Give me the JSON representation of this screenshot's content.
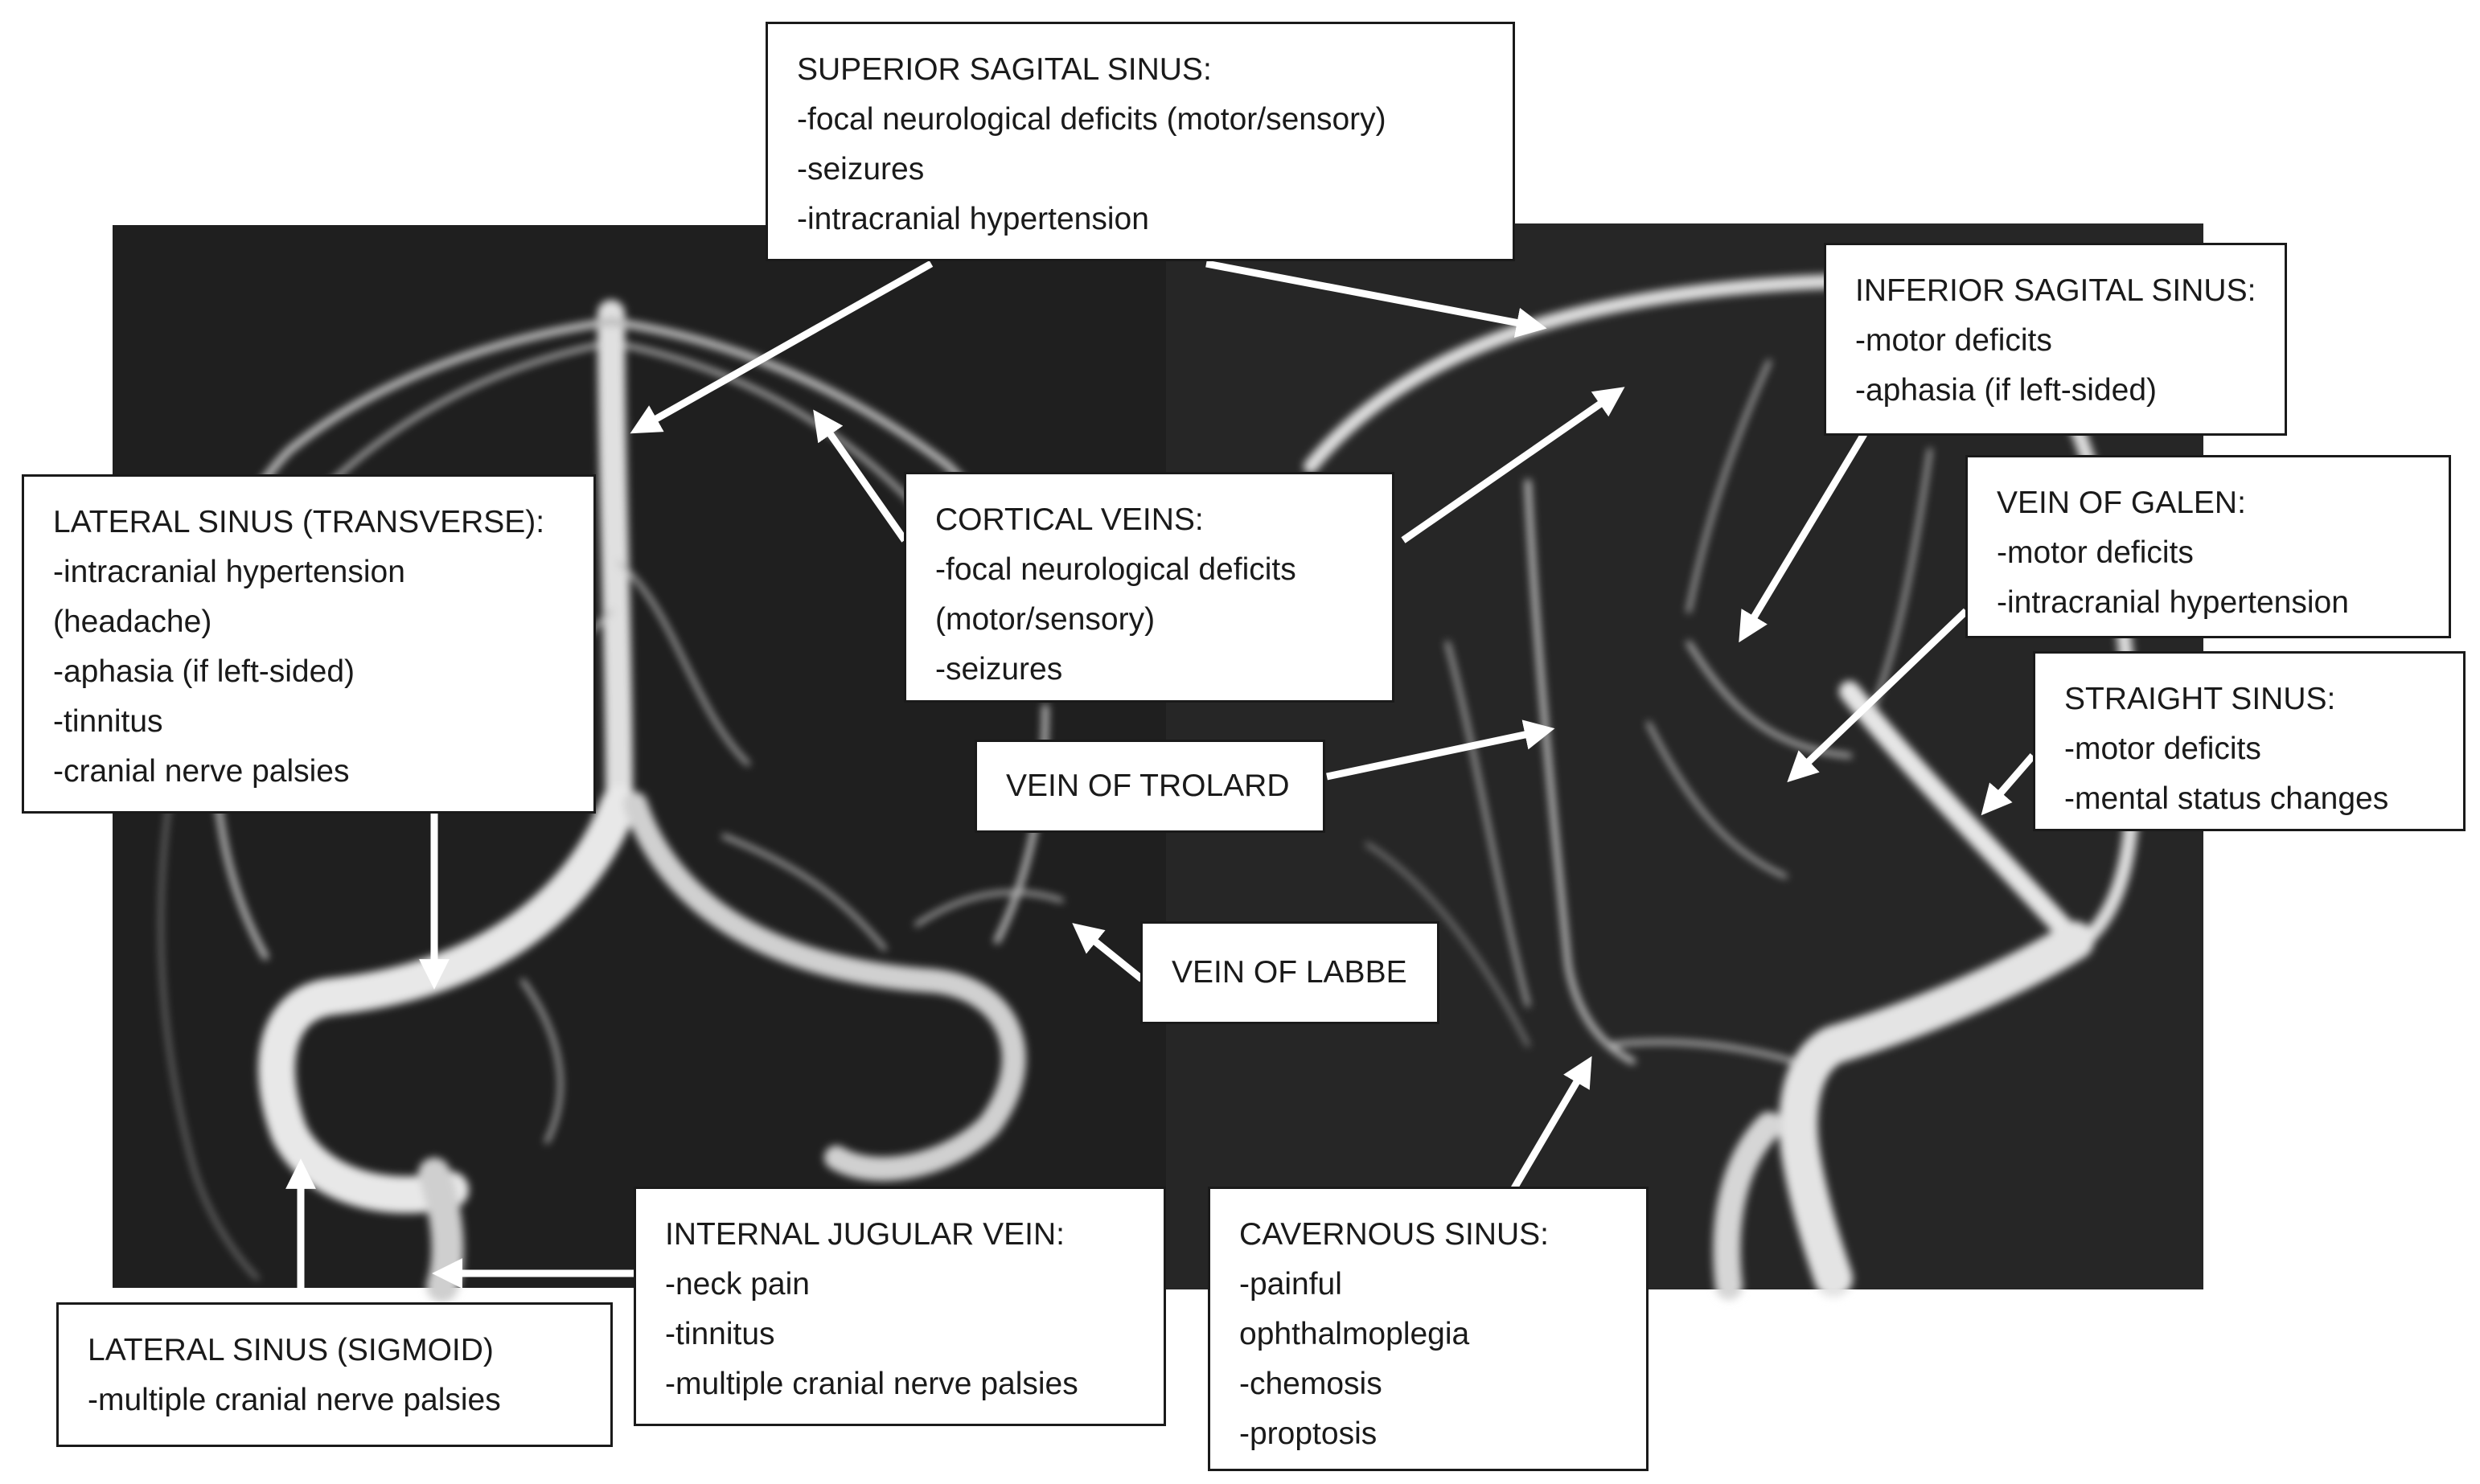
{
  "labels": {
    "superior_sagital_sinus": {
      "title": "SUPERIOR SAGITAL SINUS:",
      "lines": [
        "-focal neurological deficits (motor/sensory)",
        "-seizures",
        "-intracranial hypertension"
      ]
    },
    "inferior_sagital_sinus": {
      "title": "INFERIOR SAGITAL SINUS:",
      "lines": [
        "-motor deficits",
        "-aphasia (if left-sided)"
      ]
    },
    "lateral_sinus_transverse": {
      "title": "LATERAL SINUS (TRANSVERSE):",
      "lines": [
        "-intracranial hypertension",
        "(headache)",
        "-aphasia (if left-sided)",
        "-tinnitus",
        "-cranial nerve palsies"
      ]
    },
    "cortical_veins": {
      "title": "CORTICAL VEINS:",
      "lines": [
        "-focal neurological deficits",
        "(motor/sensory)",
        "-seizures"
      ]
    },
    "vein_of_galen": {
      "title": "VEIN OF GALEN:",
      "lines": [
        "-motor deficits",
        "-intracranial hypertension"
      ]
    },
    "straight_sinus": {
      "title": "STRAIGHT SINUS:",
      "lines": [
        "-motor deficits",
        "-mental status changes"
      ]
    },
    "vein_of_trolard": {
      "title": "VEIN OF TROLARD"
    },
    "vein_of_labbe": {
      "title": "VEIN OF LABBE"
    },
    "internal_jugular_vein": {
      "title": "INTERNAL JUGULAR VEIN:",
      "lines": [
        "-neck pain",
        "-tinnitus",
        "-multiple cranial nerve palsies"
      ]
    },
    "cavernous_sinus": {
      "title": "CAVERNOUS SINUS:",
      "lines": [
        "-painful",
        "ophthalmoplegia",
        "-chemosis",
        "-proptosis"
      ]
    },
    "lateral_sinus_sigmoid": {
      "title": "LATERAL SINUS (SIGMOID)",
      "lines": [
        "-multiple cranial nerve palsies"
      ]
    }
  },
  "colors": {
    "background": "#ffffff",
    "angiogram_dark": "#1c1c1c",
    "vessel": "#d8d8d8",
    "arrow": "#ffffff",
    "box_border": "#1a1a1a"
  }
}
